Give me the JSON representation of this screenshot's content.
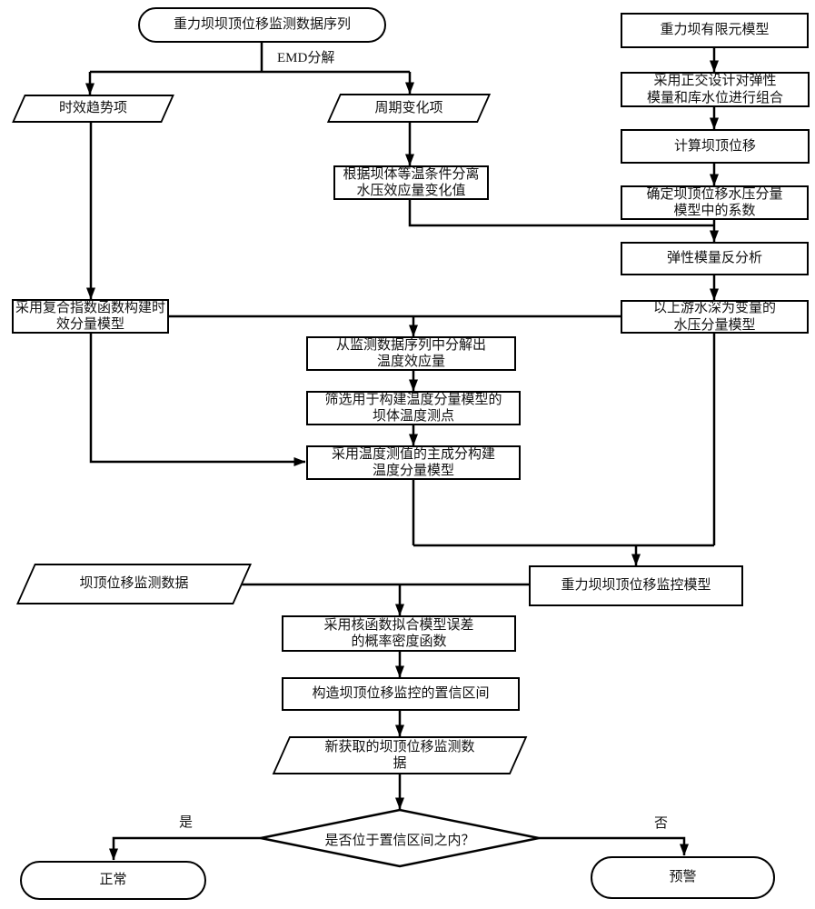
{
  "diagram": {
    "type": "flowchart",
    "language": "zh-CN",
    "colors": {
      "stroke": "#000000",
      "node_fill": "#ffffff",
      "background": "#ffffff",
      "text": "#111111"
    },
    "nodes": {
      "start": {
        "label": "重力坝坝顶位移监测数据序列",
        "shape": "terminator"
      },
      "time_trend": {
        "label": "时效趋势项",
        "shape": "parallelogram"
      },
      "periodic": {
        "label": "周期变化项",
        "shape": "parallelogram"
      },
      "separate_hydro": {
        "label": "根据坝体等温条件分离\n水压效应量变化值",
        "shape": "process"
      },
      "fem_model": {
        "label": "重力坝有限元模型",
        "shape": "process"
      },
      "orthogonal_design": {
        "label": "采用正交设计对弹性\n模量和库水位进行组合",
        "shape": "process"
      },
      "calc_crest_disp": {
        "label": "计算坝顶位移",
        "shape": "process"
      },
      "determine_coeff": {
        "label": "确定坝顶位移水压分量\n模型中的系数",
        "shape": "process"
      },
      "elastic_inverse": {
        "label": "弹性模量反分析",
        "shape": "process"
      },
      "hydro_component_model": {
        "label": "以上游水深为变量的\n水压分量模型",
        "shape": "process"
      },
      "time_effect_model": {
        "label": "采用复合指数函数构建时\n效分量模型",
        "shape": "process"
      },
      "decompose_temp": {
        "label": "从监测数据序列中分解出\n温度效应量",
        "shape": "process"
      },
      "select_temp_points": {
        "label": "筛选用于构建温度分量模型的\n坝体温度测点",
        "shape": "process"
      },
      "temp_component_model": {
        "label": "采用温度测值的主成分构建\n温度分量模型",
        "shape": "process"
      },
      "monitoring_data": {
        "label": "坝顶位移监测数据",
        "shape": "parallelogram"
      },
      "monitoring_model": {
        "label": "重力坝坝顶位移监控模型",
        "shape": "process"
      },
      "kernel_pdf": {
        "label": "采用核函数拟合模型误差\n的概率密度函数",
        "shape": "process"
      },
      "confidence_interval": {
        "label": "构造坝顶位移监控的置信区间",
        "shape": "process"
      },
      "new_monitoring_data": {
        "label": "新获取的坝顶位移监测数\n据",
        "shape": "parallelogram"
      },
      "decision": {
        "label": "是否位于置信区间之内？",
        "shape": "decision"
      },
      "normal": {
        "label": "正常",
        "shape": "terminator"
      },
      "alert": {
        "label": "预警",
        "shape": "terminator"
      }
    },
    "edge_labels": {
      "emd": "EMD分解",
      "yes": "是",
      "no": "否"
    }
  }
}
